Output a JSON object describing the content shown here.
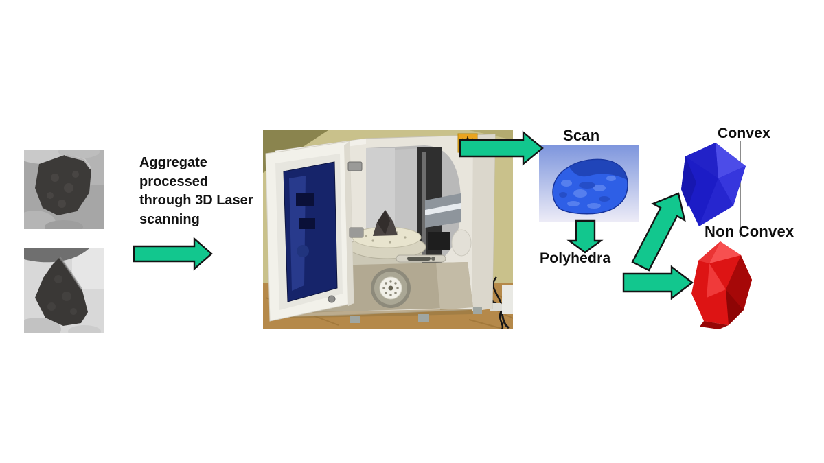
{
  "diagram": {
    "type": "process-flow",
    "background": "#ffffff",
    "caption": {
      "full_text": "Aggregate processed through 3D Laser scanning",
      "lines": [
        "Aggregate",
        "processed",
        "through 3D Laser",
        "scanning"
      ]
    },
    "labels": {
      "scan": "Scan",
      "polyhedra": "Polyhedra",
      "convex": "Convex",
      "non_convex": "Non Convex"
    },
    "colors": {
      "arrow_fill": "#12c78e",
      "arrow_outline": "#141414",
      "label_text": "#0d0d0d",
      "scan_model": "#2e5fe6",
      "convex_model": "#1c1cc6",
      "non_convex_model": "#dd1414",
      "scan_bg_top": "#7e96dd",
      "scan_bg_bottom": "#edecf7",
      "warning_label": "#e9a41f"
    },
    "images": {
      "aggregate_photos": [
        "aggregate-sample-photo-1",
        "aggregate-sample-photo-2"
      ],
      "machine_photo": "laser-scanner-photo"
    }
  }
}
